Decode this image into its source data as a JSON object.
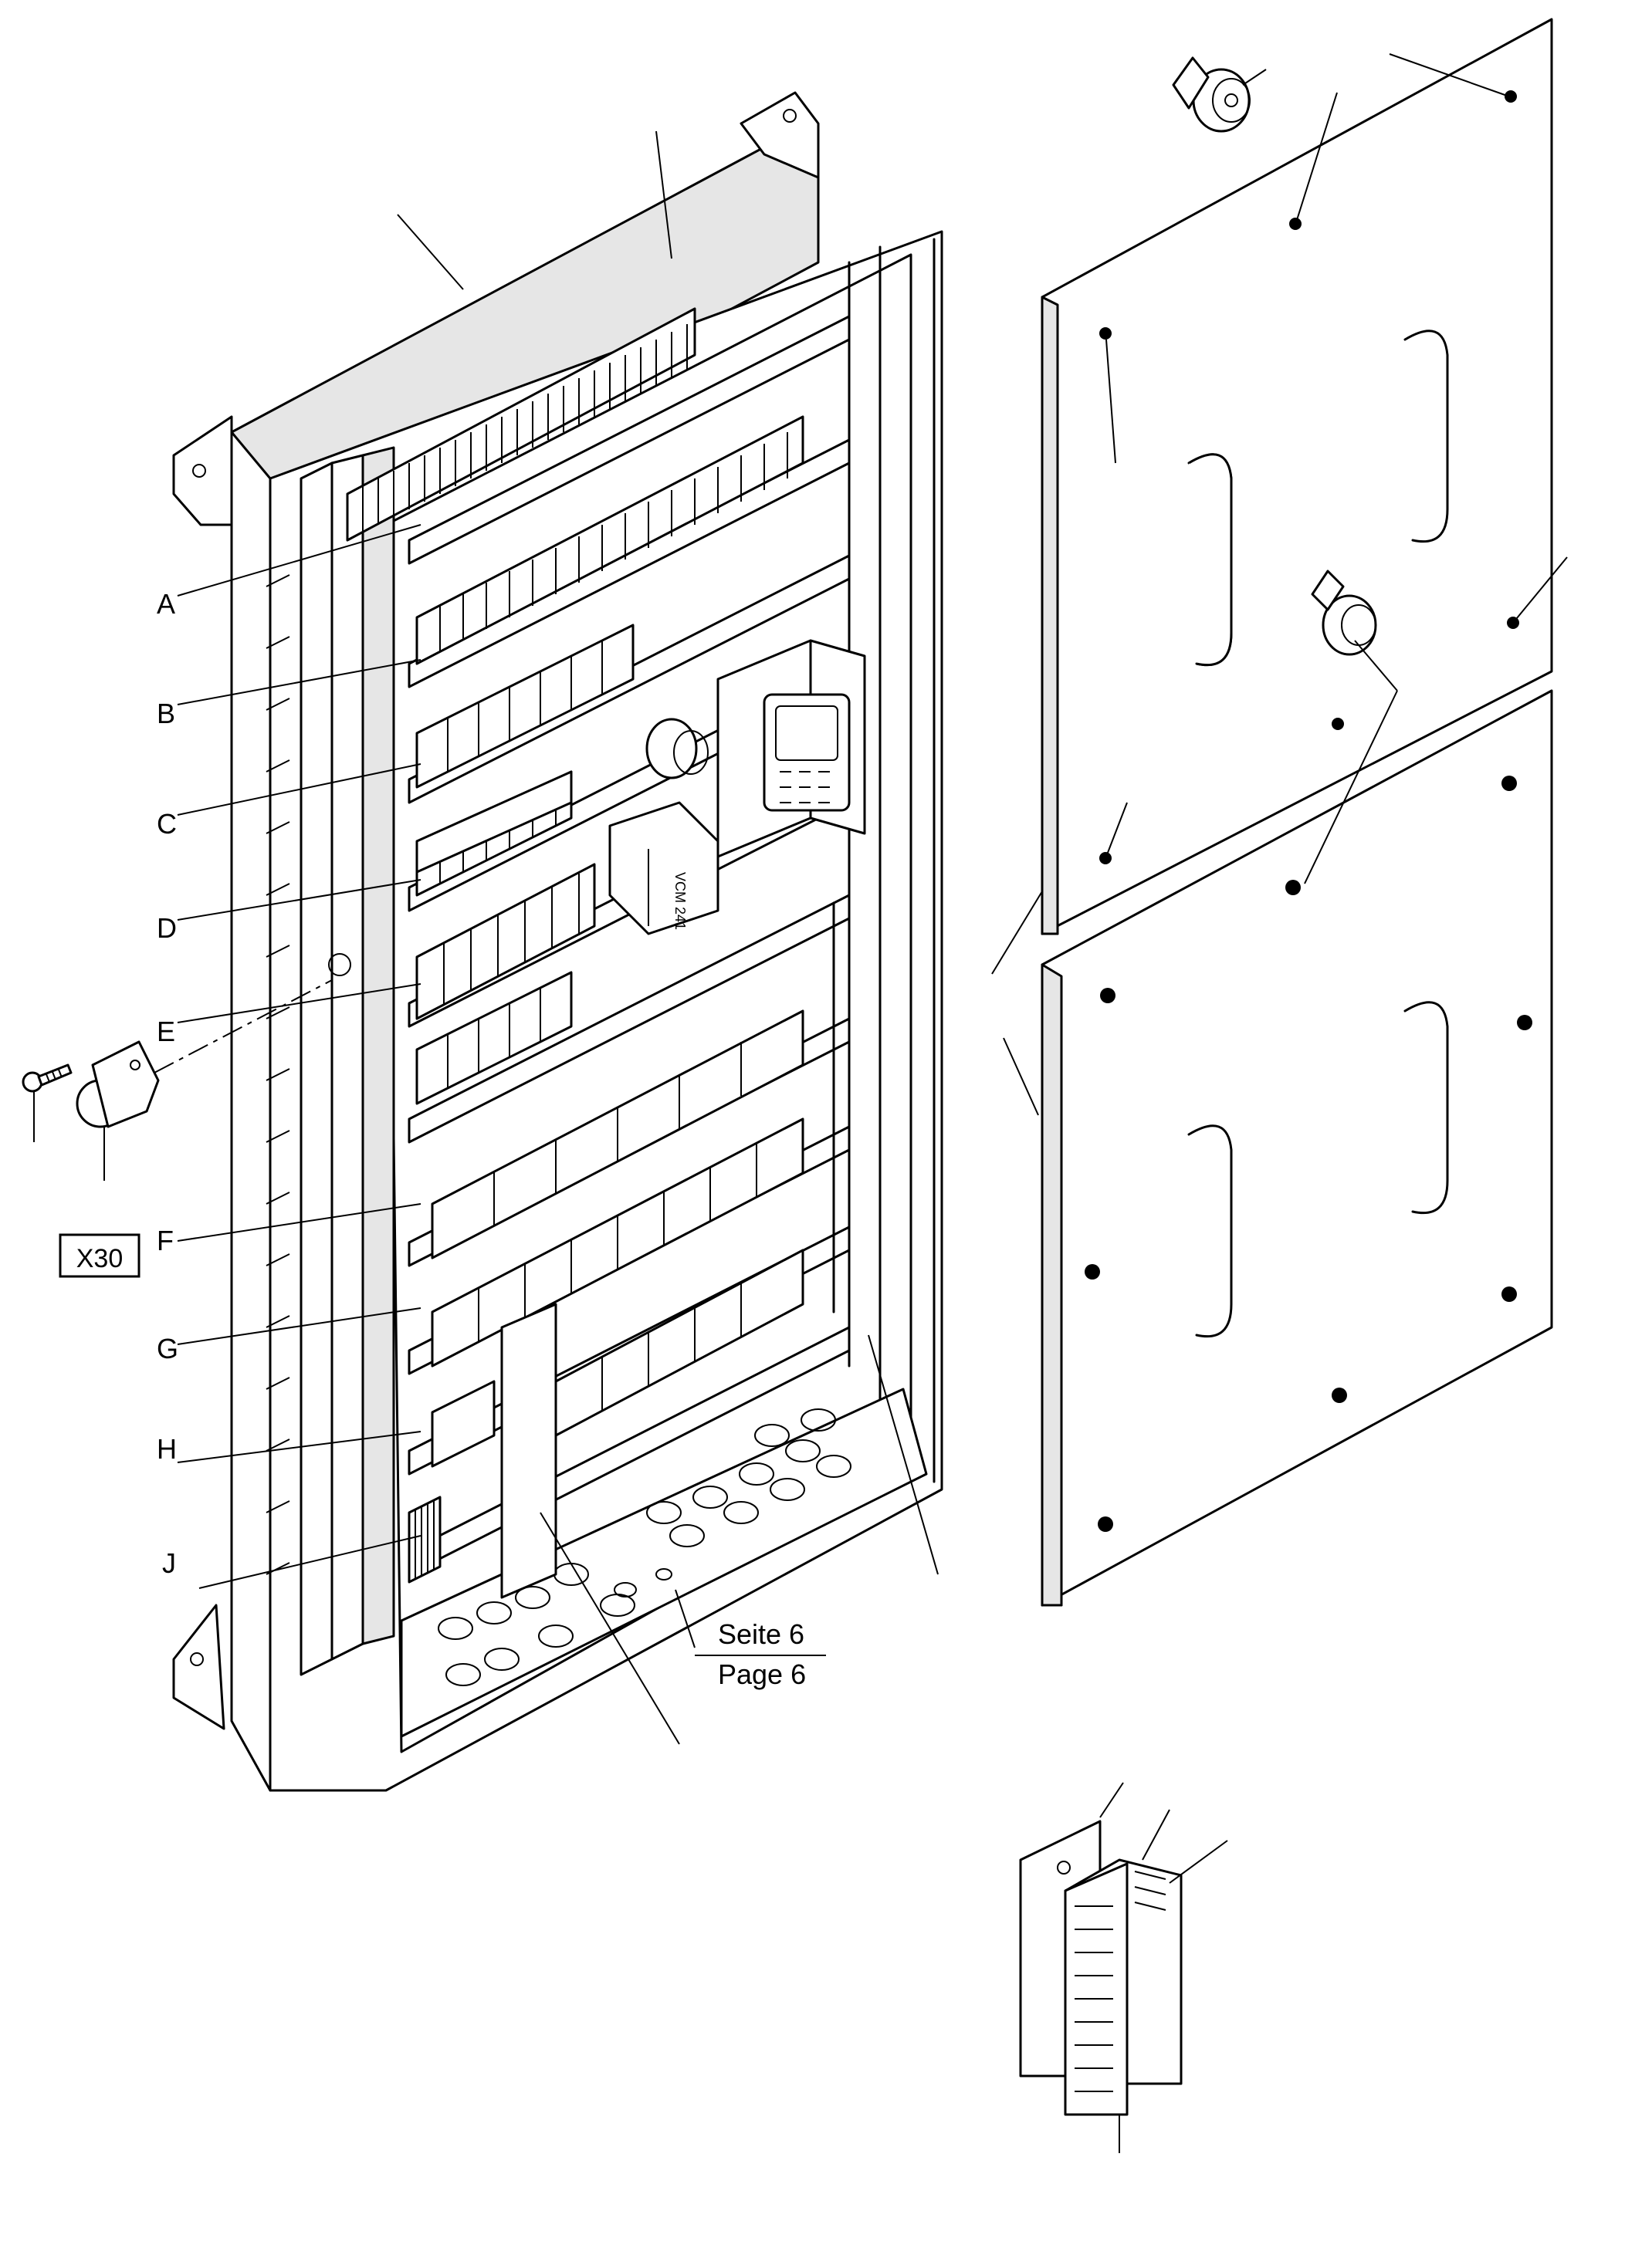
{
  "diagram": {
    "callouts": [
      {
        "id": "A",
        "label": "A"
      },
      {
        "id": "B",
        "label": "B"
      },
      {
        "id": "C",
        "label": "C"
      },
      {
        "id": "D",
        "label": "D"
      },
      {
        "id": "E",
        "label": "E"
      },
      {
        "id": "F",
        "label": "F"
      },
      {
        "id": "G",
        "label": "G"
      },
      {
        "id": "H",
        "label": "H"
      },
      {
        "id": "J",
        "label": "J"
      }
    ],
    "part_box": {
      "label": "X30"
    },
    "page_reference": {
      "line1": "Seite 6",
      "line2": "Page 6"
    },
    "device_label": "VCM 241"
  }
}
